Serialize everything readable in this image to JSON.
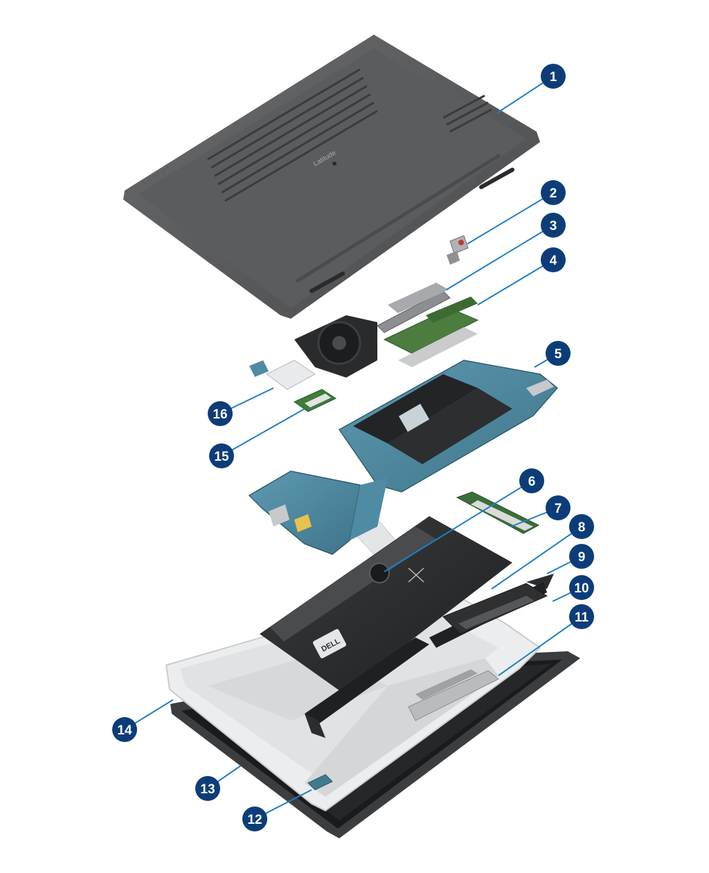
{
  "base_cover": {
    "model_text": "Latitude"
  },
  "callouts": [
    {
      "label": "1"
    },
    {
      "label": "2"
    },
    {
      "label": "3"
    },
    {
      "label": "4"
    },
    {
      "label": "5"
    },
    {
      "label": "6"
    },
    {
      "label": "7"
    },
    {
      "label": "8"
    },
    {
      "label": "9"
    },
    {
      "label": "10"
    },
    {
      "label": "11"
    },
    {
      "label": "12"
    },
    {
      "label": "13"
    },
    {
      "label": "14"
    },
    {
      "label": "15"
    },
    {
      "label": "16"
    }
  ],
  "colors": {
    "badge": "#0d3d78",
    "leader": "#1f7ec4",
    "cover": "#58595b",
    "pcb": "#4f8ba3",
    "battery": "#2d2e30",
    "palmrest": "#ecedee",
    "ram": "#4b7d3f"
  }
}
